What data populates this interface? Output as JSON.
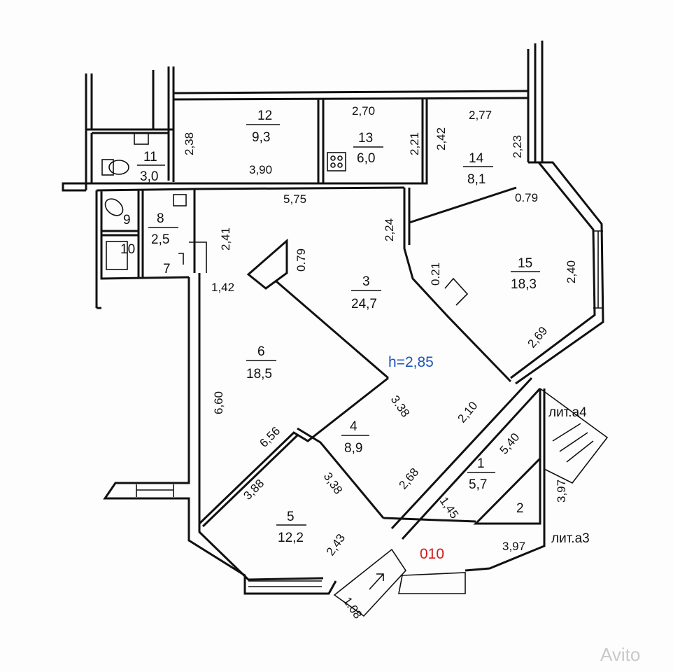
{
  "rooms": [
    {
      "number": "1",
      "area": "5,7"
    },
    {
      "number": "2",
      "area": ""
    },
    {
      "number": "3",
      "area": "24,7"
    },
    {
      "number": "4",
      "area": "8,9"
    },
    {
      "number": "5",
      "area": "12,2"
    },
    {
      "number": "6",
      "area": "18,5"
    },
    {
      "number": "7",
      "area": ""
    },
    {
      "number": "8",
      "area": "2,5"
    },
    {
      "number": "9",
      "area": ""
    },
    {
      "number": "10",
      "area": ""
    },
    {
      "number": "11",
      "area": "3,0"
    },
    {
      "number": "12",
      "area": "9,3"
    },
    {
      "number": "13",
      "area": "6,0"
    },
    {
      "number": "14",
      "area": "8,1"
    },
    {
      "number": "15",
      "area": "18,3"
    }
  ],
  "dimensions": [
    "2,38",
    "3,90",
    "2,70",
    "2,21",
    "2,42",
    "2,77",
    "2,23",
    "0.79",
    "5,75",
    "2,24",
    "2,41",
    "0.79",
    "1,42",
    "0.21",
    "2,40",
    "2,69",
    "6,60",
    "6,56",
    "3.38",
    "2,10",
    "5,40",
    "3,88",
    "3,38",
    "2,68",
    "1,45",
    "3,97",
    "2,43",
    "3,97",
    "1.08"
  ],
  "ceiling_height": "h=2,85",
  "unit_code": "010",
  "annex_labels": [
    "лит.а4",
    "лит.а3"
  ],
  "watermark": "Avito"
}
